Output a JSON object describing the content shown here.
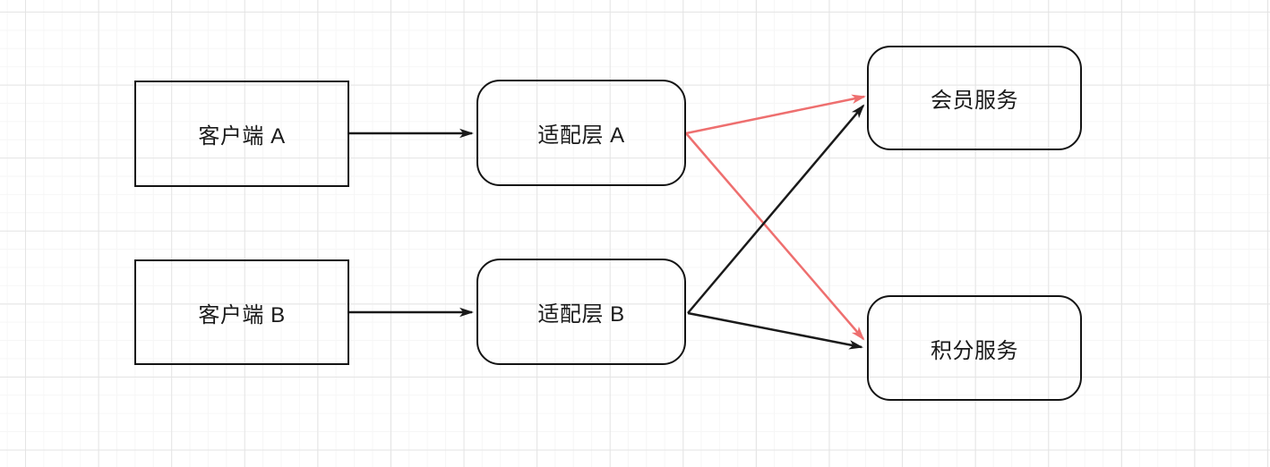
{
  "diagram": {
    "nodes": [
      {
        "id": "client-a",
        "label": "客户端 A",
        "shape": "rectangle"
      },
      {
        "id": "client-b",
        "label": "客户端 B",
        "shape": "rectangle"
      },
      {
        "id": "adapter-a",
        "label": "适配层 A",
        "shape": "rounded-rectangle"
      },
      {
        "id": "adapter-b",
        "label": "适配层 B",
        "shape": "rounded-rectangle"
      },
      {
        "id": "member-service",
        "label": "会员服务",
        "shape": "rounded-rectangle"
      },
      {
        "id": "points-service",
        "label": "积分服务",
        "shape": "rounded-rectangle"
      }
    ],
    "edges": [
      {
        "from": "client-a",
        "to": "adapter-a",
        "color": "#1a1a1a"
      },
      {
        "from": "client-b",
        "to": "adapter-b",
        "color": "#1a1a1a"
      },
      {
        "from": "adapter-a",
        "to": "member-service",
        "color": "#ee6f6f"
      },
      {
        "from": "adapter-a",
        "to": "points-service",
        "color": "#ee6f6f"
      },
      {
        "from": "adapter-b",
        "to": "member-service",
        "color": "#1a1a1a"
      },
      {
        "from": "adapter-b",
        "to": "points-service",
        "color": "#1a1a1a"
      }
    ],
    "colors": {
      "edge_default": "#1a1a1a",
      "edge_highlight": "#ee6f6f",
      "node_border": "#141414",
      "node_text": "#1a1a1a",
      "canvas_background": "#ffffff",
      "grid_minor": "#f6f6f6",
      "grid_major": "#e4e4e4"
    }
  }
}
